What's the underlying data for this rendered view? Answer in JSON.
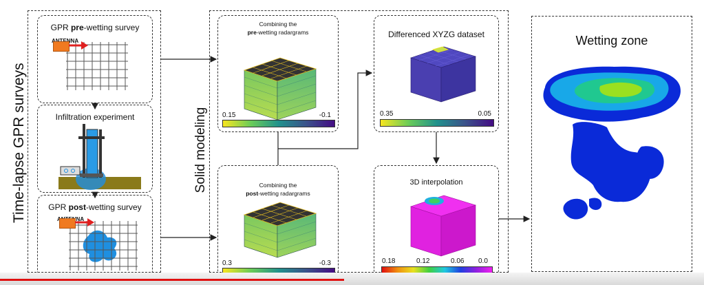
{
  "left_panel": {
    "title": "Time-lapse GPR surveys",
    "pre_survey": {
      "prefix": "GPR ",
      "bold": "pre",
      "suffix": "-wetting survey",
      "antenna": "ANTENNA"
    },
    "infiltration": {
      "title": "Infiltration experiment"
    },
    "post_survey": {
      "prefix": "GPR ",
      "bold": "post",
      "suffix": "-wetting survey",
      "antenna": "ANTENNA"
    }
  },
  "middle_panel": {
    "title": "Solid modeling",
    "pre_combine": {
      "line1": "Combining the",
      "bold": "pre",
      "rest": "-wetting  radargrams",
      "scale_left": "0.15",
      "scale_right": "-0.1"
    },
    "post_combine": {
      "line1": "Combining the",
      "bold": "post",
      "rest": "-wetting  radargrams",
      "scale_left": "0.3",
      "scale_right": "-0.3"
    },
    "differenced": {
      "title": "Differenced XYZG dataset",
      "scale_left": "0.35",
      "scale_right": "0.05"
    },
    "interpolation": {
      "title": "3D interpolation",
      "ticks": [
        "0.18",
        "0.12",
        "0.06",
        "0.0"
      ]
    }
  },
  "right_panel": {
    "title": "Wetting zone"
  },
  "colors": {
    "antenna": "#f07a20",
    "arrow": "#e02020",
    "water": "#1f8fe0",
    "soil": "#8a7a1a",
    "cube_yellowgreen": "#a8d84a",
    "diff_cube": "#4a3fb0",
    "interp_cube": "#ee22ee",
    "wet_blue": "#1030e8"
  }
}
